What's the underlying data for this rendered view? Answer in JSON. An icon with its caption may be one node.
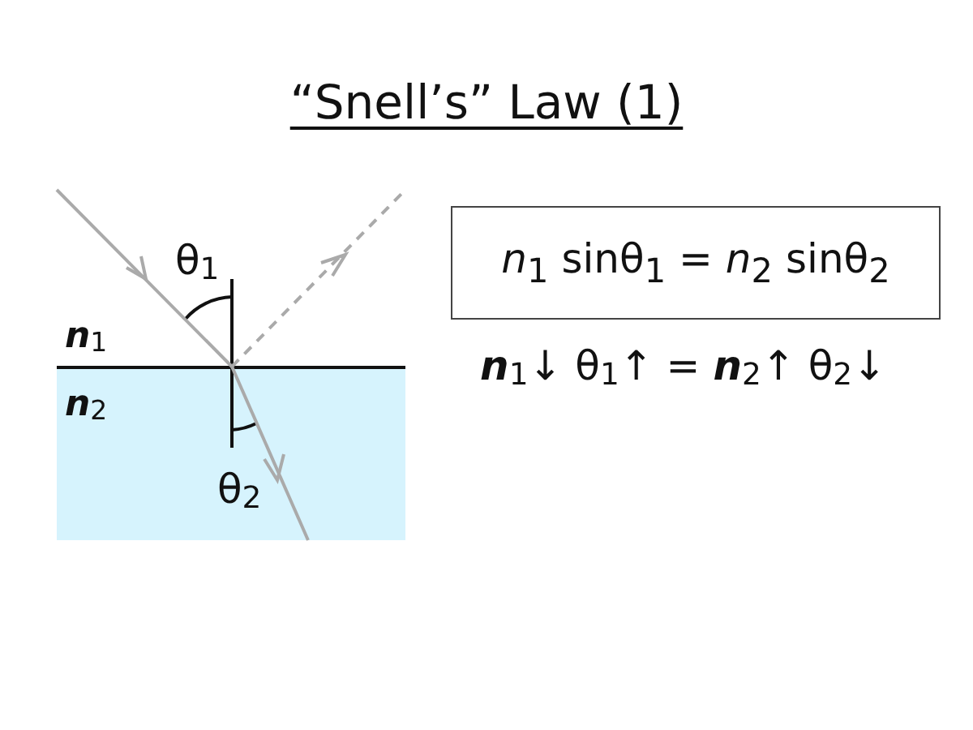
{
  "diagram": {
    "title": "“Snell’s” Law (1)",
    "nodes": [
      {
        "text": [
          "*n*$_{1}$ sinθ$_{1}$ = *n*$_{2}$ sinθ$_{2}$"
        ]
      }
    ],
    "labels": [
      "θ$_{1}$",
      "*n*$_{1}$",
      "*n*$_{2}$",
      "θ$_{2}$",
      "*n*$_{1}$↓ θ$_{1}$↑ = *n*$_{2}$↑ θ$_{2}$↓"
    ]
  }
}
